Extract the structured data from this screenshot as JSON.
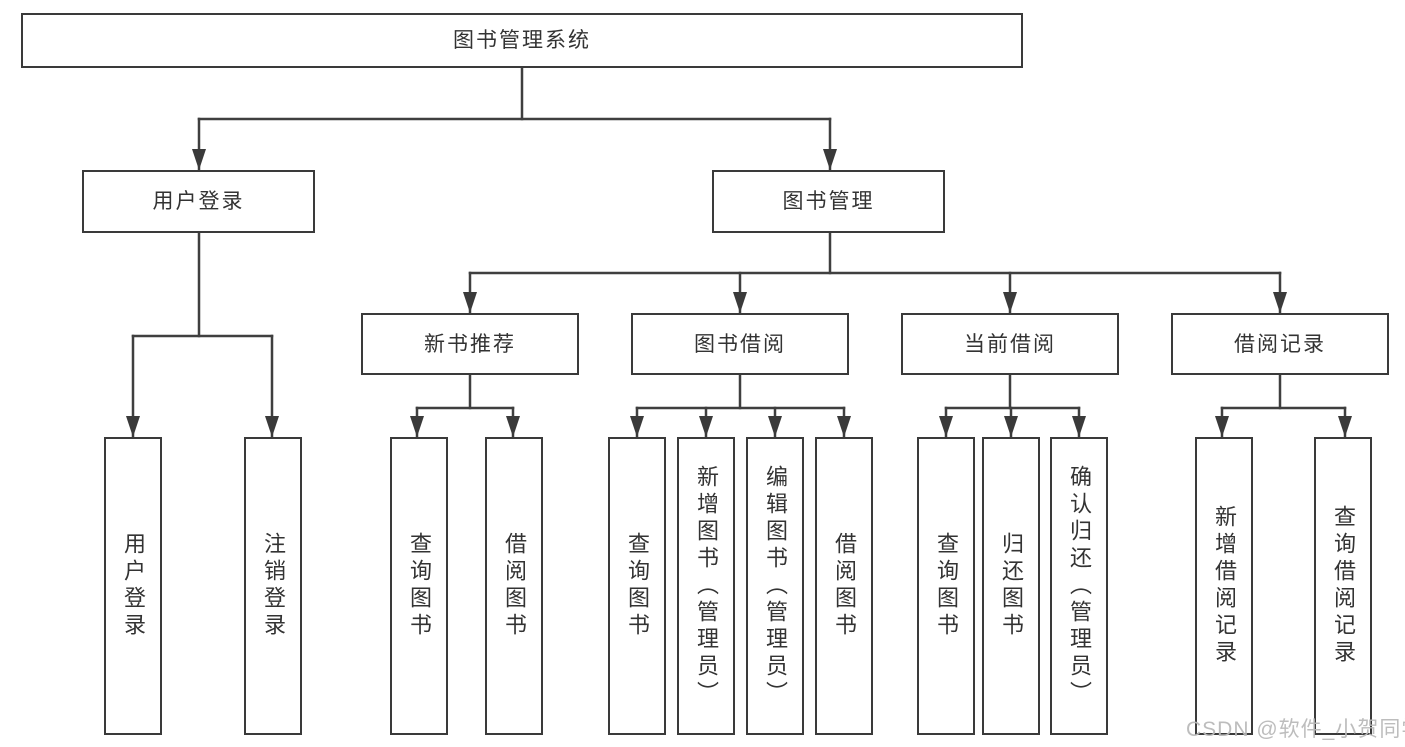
{
  "diagram_type": "hierarchy-tree",
  "tree": {
    "label": "图书管理系统",
    "children": [
      {
        "label": "用户登录",
        "children": [
          {
            "label": "用户登录"
          },
          {
            "label": "注销登录"
          }
        ]
      },
      {
        "label": "图书管理",
        "children": [
          {
            "label": "新书推荐",
            "children": [
              {
                "label": "查询图书"
              },
              {
                "label": "借阅图书"
              }
            ]
          },
          {
            "label": "图书借阅",
            "children": [
              {
                "label": "查询图书"
              },
              {
                "label": "新增图书（管理员）"
              },
              {
                "label": "编辑图书（管理员）"
              },
              {
                "label": "借阅图书"
              }
            ]
          },
          {
            "label": "当前借阅",
            "children": [
              {
                "label": "查询图书"
              },
              {
                "label": "归还图书"
              },
              {
                "label": "确认归还（管理员）"
              }
            ]
          },
          {
            "label": "借阅记录",
            "children": [
              {
                "label": "新增借阅记录"
              },
              {
                "label": "查询借阅记录"
              }
            ]
          }
        ]
      }
    ]
  },
  "watermark": {
    "text": "CSDN @软件_小贺同学"
  },
  "colors": {
    "background": "#ffffff",
    "box_border": "#3a3a3a",
    "connector_line": "#3f3f3f",
    "text": "#333333",
    "watermark": "#b9b9b9"
  }
}
